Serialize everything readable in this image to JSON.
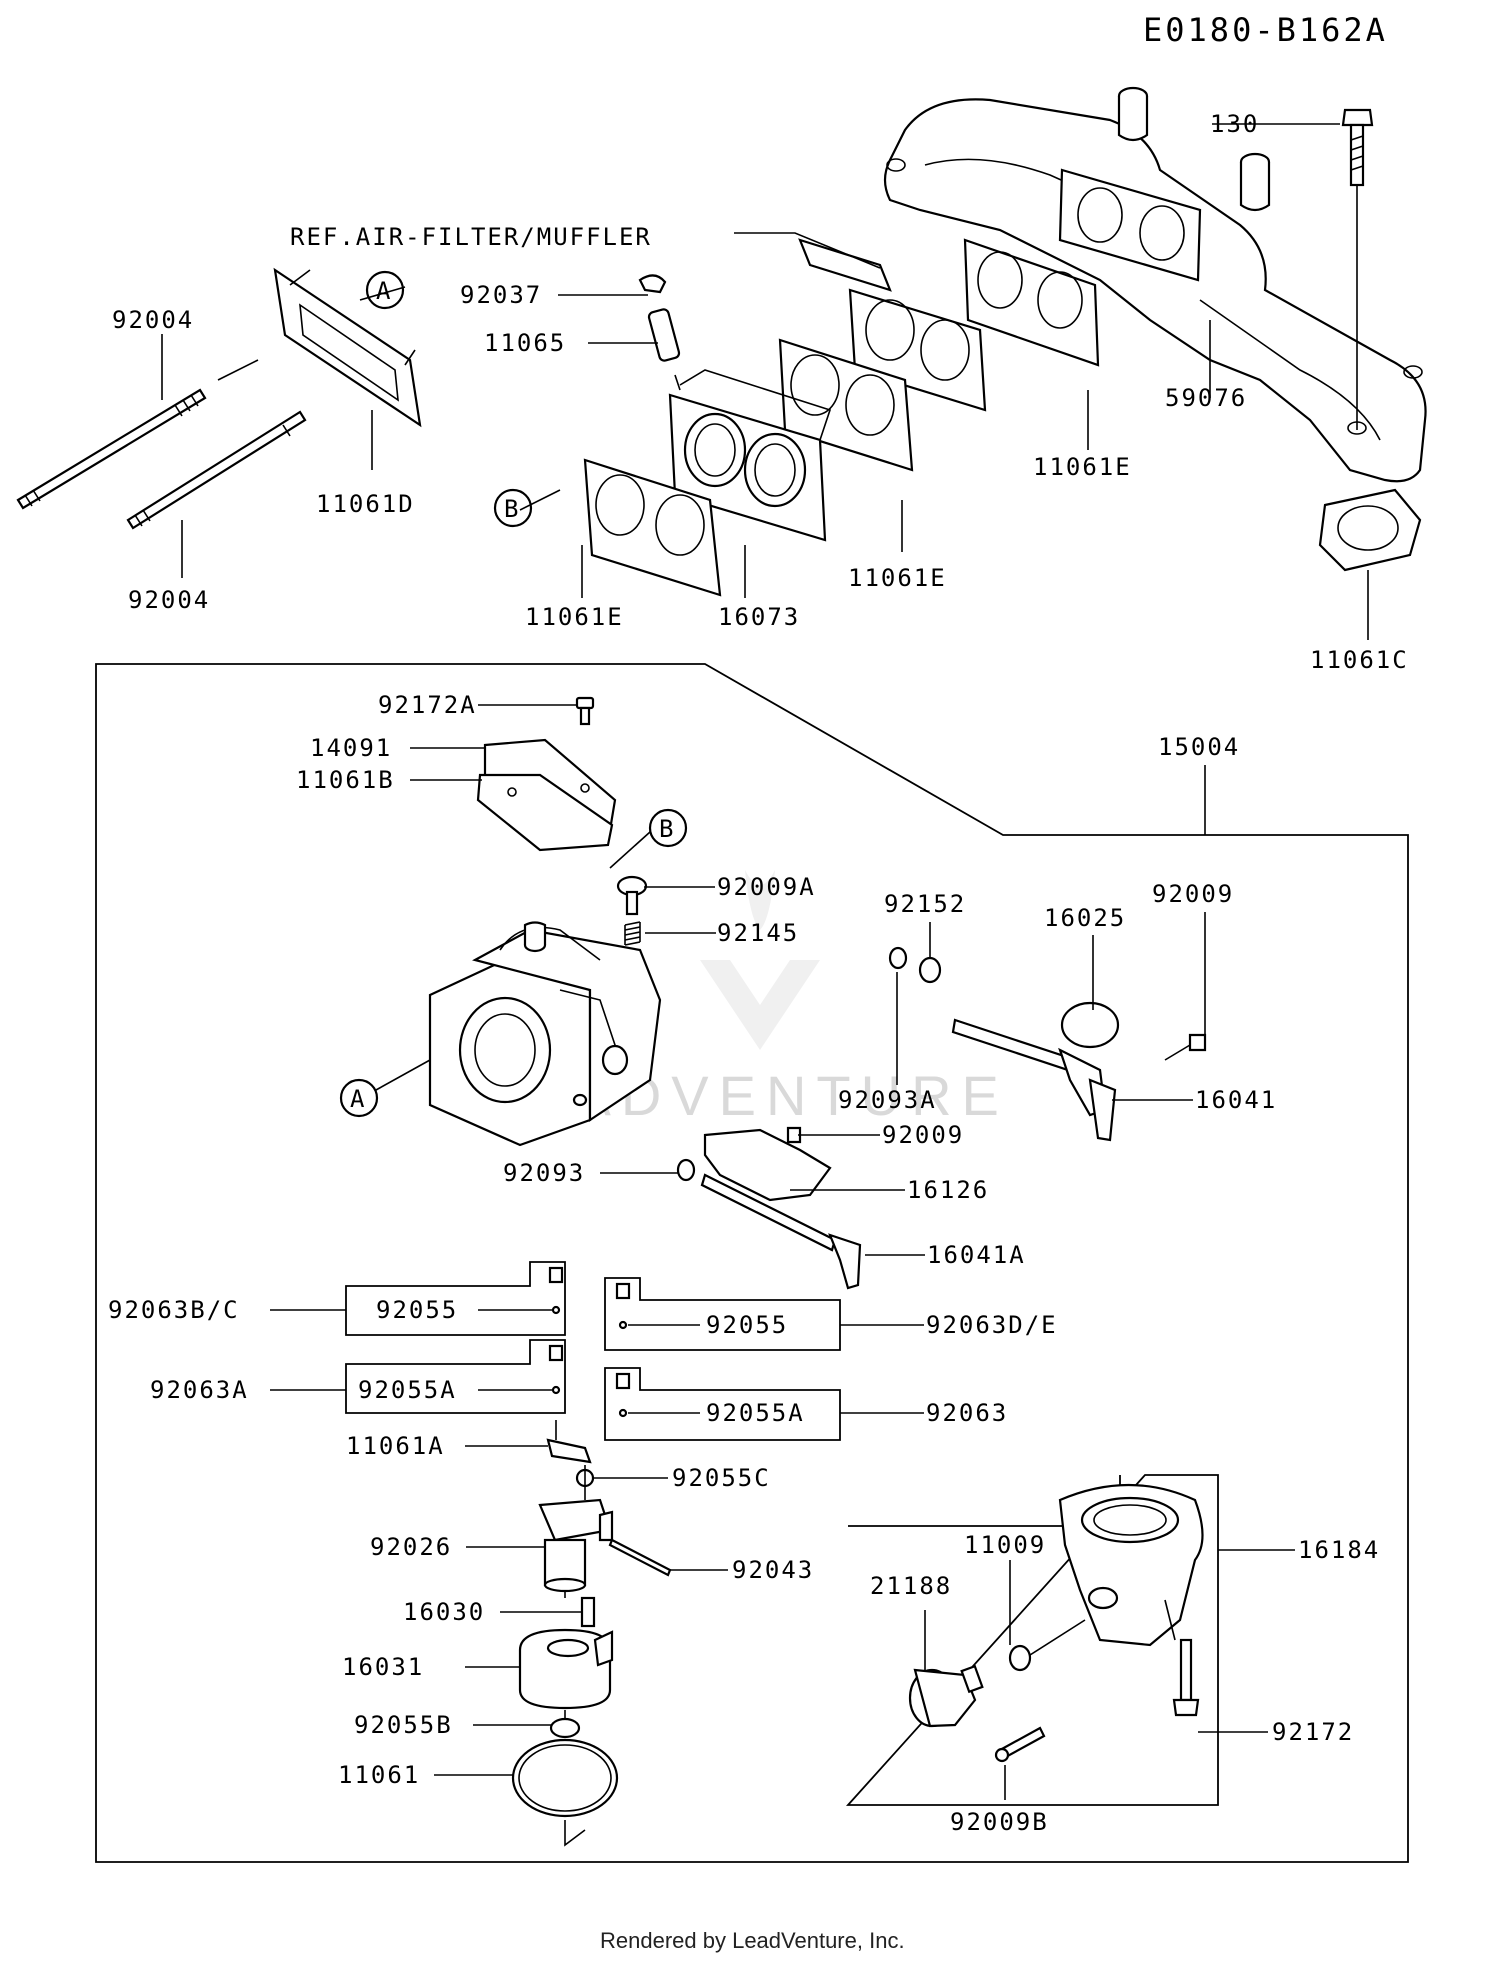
{
  "diagram_code": "E0180-B162A",
  "footer": "Rendered by LeadVenture, Inc.",
  "watermark": "LEADVENTURE",
  "callouts": {
    "a": "A",
    "b": "B"
  },
  "ref_note": "REF.AIR-FILTER/MUFFLER",
  "parts": {
    "p130": "130",
    "p92037": "92037",
    "p11065": "11065",
    "p59076": "59076",
    "p11061e_right": "11061E",
    "p11061e_mid": "11061E",
    "p11061e_left": "11061E",
    "p16073": "16073",
    "p92004_top": "92004",
    "p92004_bottom": "92004",
    "p11061d": "11061D",
    "p11061c": "11061C",
    "p15004": "15004",
    "p92172a": "92172A",
    "p14091": "14091",
    "p11061b": "11061B",
    "p92009a": "92009A",
    "p92145": "92145",
    "p92152": "92152",
    "p16025": "16025",
    "p92009_top": "92009",
    "p92093a": "92093A",
    "p16041": "16041",
    "p92009_mid": "92009",
    "p92093": "92093",
    "p16126": "16126",
    "p16041a": "16041A",
    "p92063bc": "92063B/C",
    "p92055_left": "92055",
    "p92055_right": "92055",
    "p92063de": "92063D/E",
    "p92063a": "92063A",
    "p92055a_left": "92055A",
    "p92055a_right": "92055A",
    "p92063": "92063",
    "p11061a": "11061A",
    "p92055c": "92055C",
    "p92026": "92026",
    "p92043": "92043",
    "p16030": "16030",
    "p16031": "16031",
    "p92055b": "92055B",
    "p11061": "11061",
    "p11009": "11009",
    "p16184": "16184",
    "p21188": "21188",
    "p92172": "92172",
    "p92009b": "92009B"
  }
}
